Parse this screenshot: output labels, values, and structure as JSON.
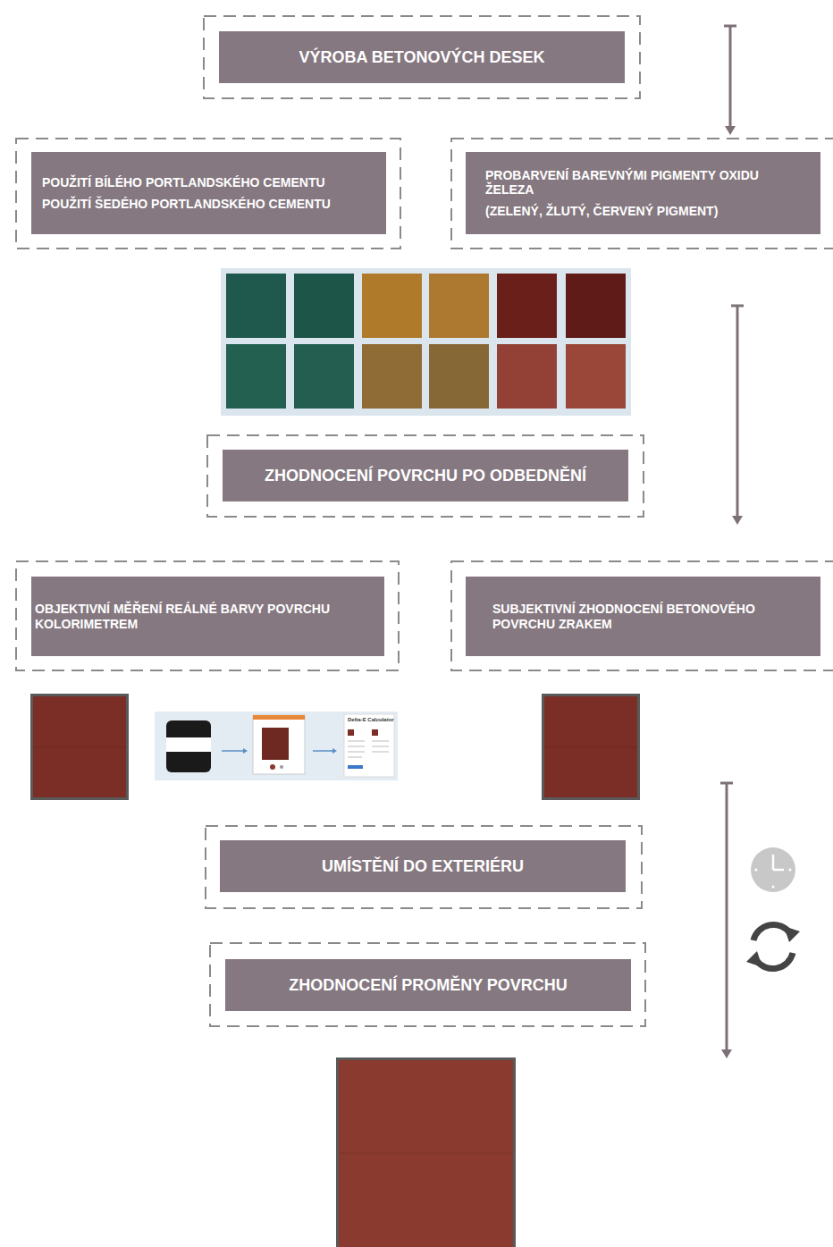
{
  "diagram": {
    "nodes": [
      {
        "text": [
          "VÝROBA BETONOVÝCH DESEK"
        ]
      },
      {
        "text": [
          "POUŽITÍ BÍLÉHO PORTLANDSKÉHO CEMENTU",
          "POUŽITÍ ŠEDÉHO PORTLANDSKÉHO CEMENTU"
        ]
      },
      {
        "text": [
          "PROBARVENÍ BAREVNÝMI PIGMENTY OXIDU ŽELEZA",
          "(ZELENÝ, ŽLUTÝ, ČERVENÝ PIGMENT)"
        ]
      },
      {
        "text": [
          "ZHODNOCENÍ POVRCHU PO ODBEDNĚNÍ"
        ]
      },
      {
        "text": [
          "OBJEKTIVNÍ MĚŘENÍ REÁLNÉ BARVY POVRCHU KOLORIMETREM"
        ]
      },
      {
        "text": [
          "SUBJEKTIVNÍ ZHODNOCENÍ BETONOVÉHO POVRCHU ZRAKEM"
        ]
      },
      {
        "text": [
          "UMÍSTĚNÍ DO EXTERIÉRU"
        ]
      },
      {
        "text": [
          "ZHODNOCENÍ PROMĚNY POVRCHU"
        ]
      }
    ],
    "labels": [
      "Delta-E Calculator"
    ]
  }
}
